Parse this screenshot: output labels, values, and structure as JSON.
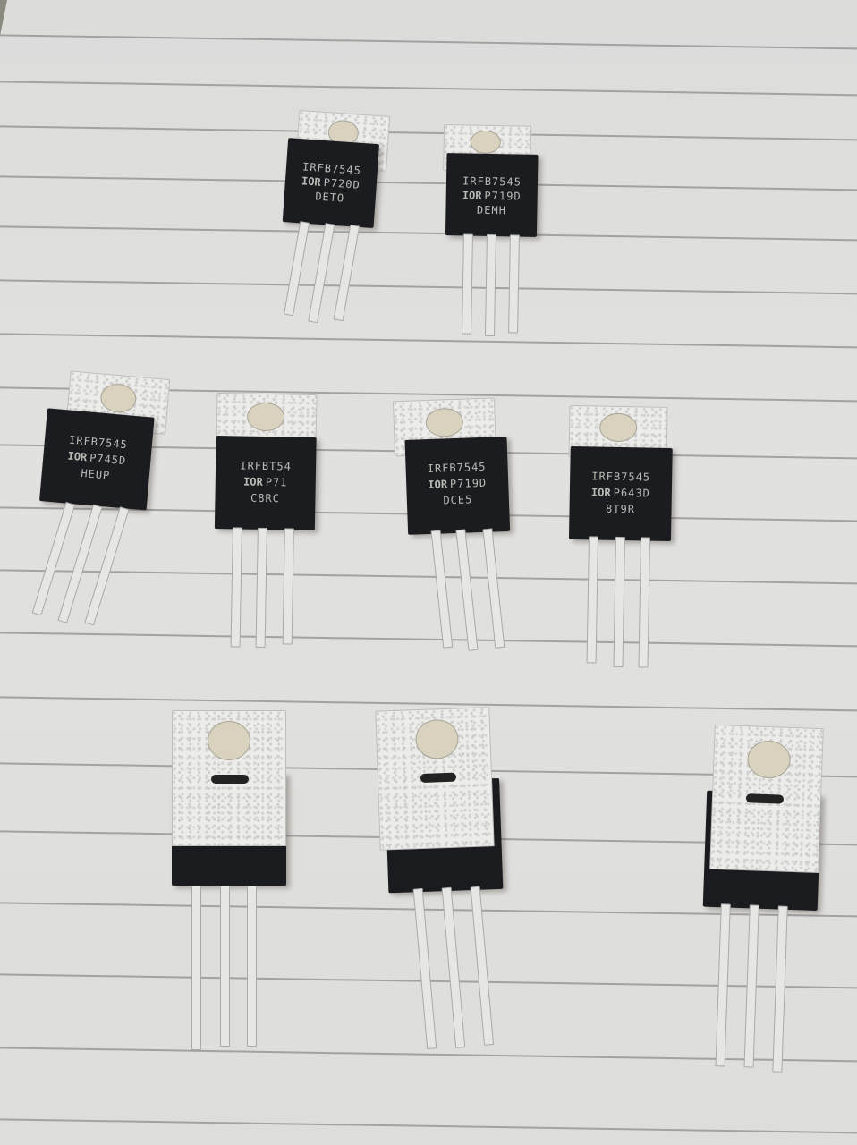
{
  "scene": {
    "description": "Nine TO-220 power MOSFET transistors laid on white ruled notebook paper",
    "background_color": "#dededc",
    "ruled_line_color": "#8e8e8e",
    "package_body_color": "#1b1c1f",
    "tab_color": "#ececea"
  },
  "transistors": [
    {
      "id": "t1",
      "orientation": "front",
      "part_number": "IRFB7545",
      "logo": "IOR",
      "date_code": "P720D",
      "lot_code": "DETO"
    },
    {
      "id": "t2",
      "orientation": "front",
      "part_number": "IRFB7545",
      "logo": "IOR",
      "date_code": "P719D",
      "lot_code": "DEMH"
    },
    {
      "id": "t3",
      "orientation": "front",
      "part_number": "IRFB7545",
      "logo": "IOR",
      "date_code": "P745D",
      "lot_code": "HEUP"
    },
    {
      "id": "t4",
      "orientation": "front",
      "part_number": "IRFBT54",
      "logo": "IOR",
      "date_code": "P71",
      "lot_code": "C8RC"
    },
    {
      "id": "t5",
      "orientation": "front",
      "part_number": "IRFB7545",
      "logo": "IOR",
      "date_code": "P719D",
      "lot_code": "DCE5"
    },
    {
      "id": "t6",
      "orientation": "front",
      "part_number": "IRFB7545",
      "logo": "IOR",
      "date_code": "P643D",
      "lot_code": "8T9R"
    },
    {
      "id": "t7",
      "orientation": "back"
    },
    {
      "id": "t8",
      "orientation": "back"
    },
    {
      "id": "t9",
      "orientation": "back"
    }
  ]
}
